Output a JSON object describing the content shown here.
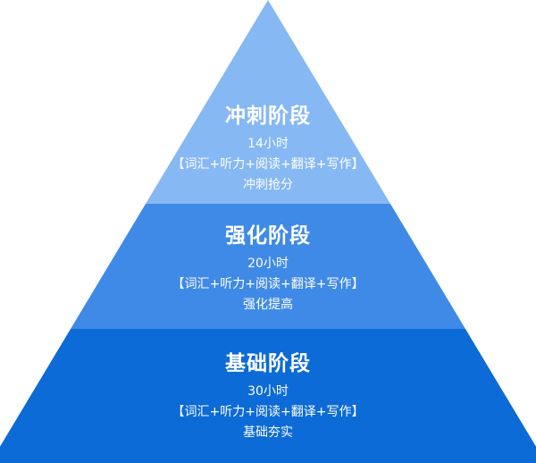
{
  "tiers": {
    "top": {
      "title": "冲刺阶段",
      "hours": "14小时",
      "skills": "【词汇+听力+阅读+翻译+写作】",
      "goal": "冲刺抢分",
      "color": "#86B8F3"
    },
    "middle": {
      "title": "强化阶段",
      "hours": "20小时",
      "skills": "【词汇+听力+阅读+翻译+写作】",
      "goal": "强化提高",
      "color": "#3F8AE6"
    },
    "base": {
      "title": "基础阶段",
      "hours": "30小时",
      "skills": "【词汇+听力+阅读+翻译+写作】",
      "goal": "基础夯实",
      "color": "#0C6BD6"
    }
  }
}
